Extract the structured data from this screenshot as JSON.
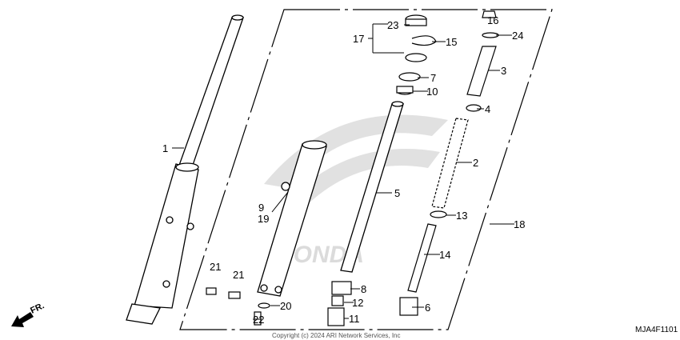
{
  "diagram": {
    "code": "MJA4F1101",
    "copyright": "Copyright (c) 2024 ARI Network Services, Inc",
    "watermark": "HONDA",
    "direction_label": "FR.",
    "callouts": [
      "1",
      "2",
      "3",
      "4",
      "5",
      "6",
      "7",
      "8",
      "9",
      "10",
      "11",
      "12",
      "13",
      "14",
      "15",
      "16",
      "17",
      "18",
      "19",
      "20",
      "21",
      "21",
      "22",
      "23",
      "24"
    ]
  }
}
